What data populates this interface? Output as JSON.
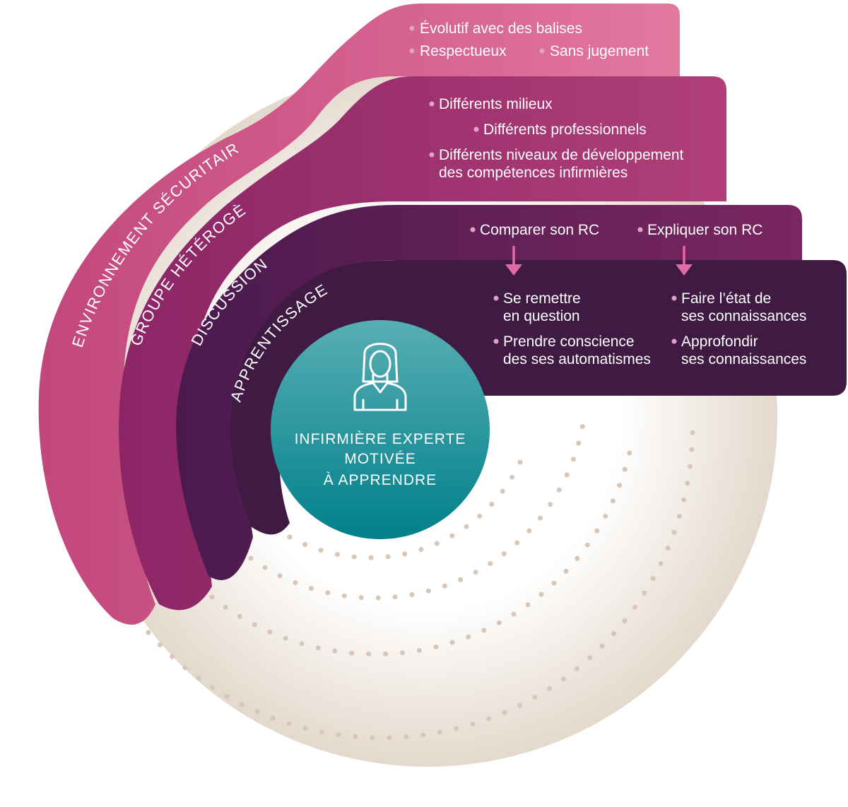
{
  "center": {
    "line1": "INFIRMIÈRE EXPERTE",
    "line2": "MOTIVÉE",
    "line3": "À APPRENDRE",
    "icon": "nurse-icon"
  },
  "layers": {
    "environnement": {
      "label": "ENVIRONNEMENT SÉCURITAIRE",
      "color": "#c2477c",
      "bullets": [
        "Évolutif avec des balises",
        "Respectueux",
        "Sans jugement"
      ]
    },
    "groupe": {
      "label": "GROUPE HÉTÉROGÈNE",
      "color": "#8c2566",
      "bullets": [
        "Différents milieux",
        "Différents professionnels",
        "Différents niveaux de développement",
        "des compétences infirmières"
      ]
    },
    "discussion": {
      "label": "DISCUSSION",
      "color": "#5e1a52",
      "bullets": [
        "Comparer son RC",
        "Expliquer son RC"
      ]
    },
    "apprentissage": {
      "label": "APPRENTISSAGE",
      "color": "#3e1940",
      "col1": [
        "Se remettre",
        "en question",
        "Prendre conscience",
        "des ses automatismes"
      ],
      "col2": [
        "Faire l’état de",
        "ses connaissances",
        "Approfondir",
        "ses connaissances"
      ]
    }
  },
  "colors": {
    "bullet": "#e8a0c8",
    "arrow": "#e06aa6",
    "center_top": "#4aa8b0",
    "center_bottom": "#00808a",
    "background_halo": "#e7ded3",
    "dotted": "#d9c9bd"
  }
}
